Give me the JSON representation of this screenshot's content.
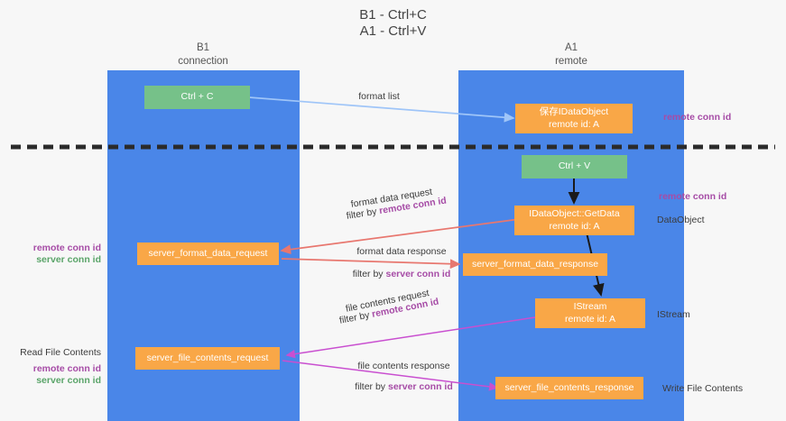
{
  "title": {
    "line1": "B1 - Ctrl+C",
    "line2": "A1 - Ctrl+V"
  },
  "columns": [
    {
      "name": "B1",
      "role": "connection"
    },
    {
      "name": "A1",
      "role": "remote"
    }
  ],
  "colors": {
    "column_bg": "#4a86e8",
    "node_orange": "#f9a747",
    "node_green": "#76c189",
    "arrow_blue": "#9fc5f8",
    "arrow_red": "#e8776f",
    "arrow_magenta": "#c94fd0",
    "arrow_black": "#1a1a1a",
    "purple_text": "#a64ca6",
    "green_text": "#5aa469",
    "divider": "#2b2b2b",
    "page_bg": "#f7f7f7"
  },
  "nodes": {
    "ctrl_c": {
      "label": "Ctrl + C"
    },
    "ctrl_v": {
      "label": "Ctrl + V"
    },
    "save_idataobject": {
      "line1": "保存IDataObject",
      "line2": "remote id: A"
    },
    "get_data": {
      "line1": "IDataObject::GetData",
      "line2": "remote id: A"
    },
    "istream": {
      "line1": "IStream",
      "line2": "remote id: A"
    },
    "server_format_data_request": {
      "label": "server_format_data_request"
    },
    "server_format_data_response": {
      "label": "server_format_data_response"
    },
    "server_file_contents_request": {
      "label": "server_file_contents_request"
    },
    "server_file_contents_response": {
      "label": "server_file_contents_response"
    }
  },
  "edge_labels": {
    "format_list": "format list",
    "format_data_request": "format data request",
    "format_data_request_filter_prefix": "filter by ",
    "format_data_request_filter_key": "remote conn id",
    "format_data_response": "format data response",
    "format_data_response_filter_prefix": "filter by ",
    "format_data_response_filter_key": "server conn id",
    "file_contents_request": "file contents request",
    "file_contents_request_filter_prefix": "filter by ",
    "file_contents_request_filter_key": "remote conn id",
    "file_contents_response": "file contents response",
    "file_contents_response_filter_prefix": "filter by ",
    "file_contents_response_filter_key": "server conn id"
  },
  "side_annotations": {
    "right_top": "remote conn id",
    "right_getdata": "remote conn id",
    "right_dataobject": "DataObject",
    "right_istream": "IStream",
    "right_write_file": "Write File Contents",
    "left_mid_purple": "remote conn id",
    "left_mid_green": "server conn id",
    "left_read_file": "Read File Contents",
    "left_bottom_purple": "remote conn id",
    "left_bottom_green": "server conn id"
  }
}
